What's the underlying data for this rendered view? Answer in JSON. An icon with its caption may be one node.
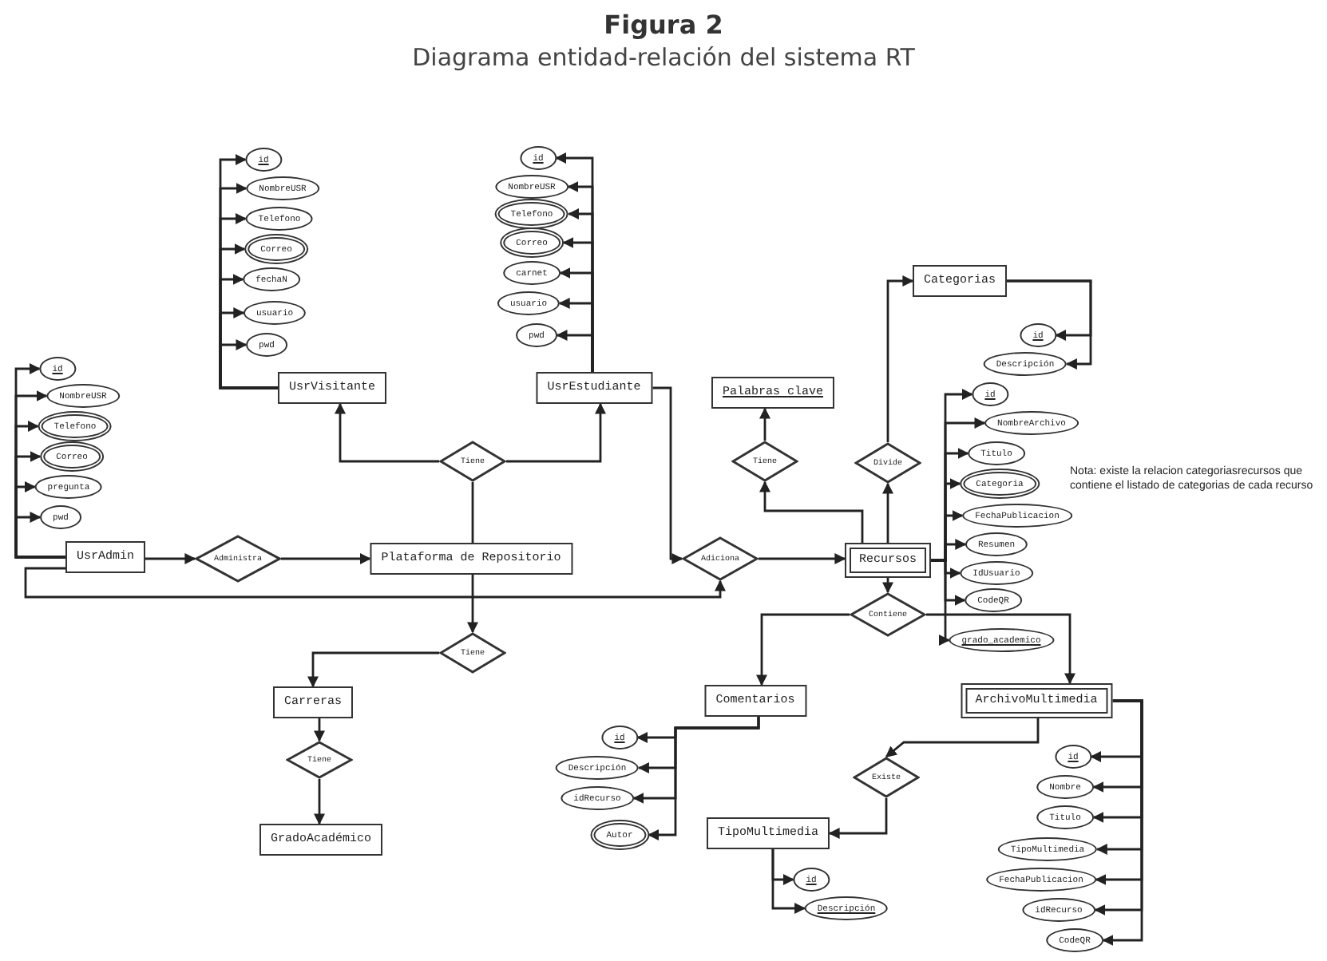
{
  "diagram": {
    "title": "Figura 2",
    "caption": "Diagrama entidad-relación del sistema RT",
    "nodes": [
      {
        "text": [
          "UsrAdmin"
        ]
      },
      {
        "text": [
          "id"
        ]
      },
      {
        "text": [
          "NombreUSR"
        ]
      },
      {
        "text": [
          "Telefono"
        ]
      },
      {
        "text": [
          "Correo"
        ]
      },
      {
        "text": [
          "pregunta"
        ]
      },
      {
        "text": [
          "pwd"
        ]
      },
      {
        "text": [
          "UsrVisitante"
        ]
      },
      {
        "text": [
          "id"
        ]
      },
      {
        "text": [
          "NombreUSR"
        ]
      },
      {
        "text": [
          "Telefono"
        ]
      },
      {
        "text": [
          "Correo"
        ]
      },
      {
        "text": [
          "fechaN"
        ]
      },
      {
        "text": [
          "usuario"
        ]
      },
      {
        "text": [
          "pwd"
        ]
      },
      {
        "text": [
          "UsrEstudiante"
        ]
      },
      {
        "text": [
          "id"
        ]
      },
      {
        "text": [
          "NombreUSR"
        ]
      },
      {
        "text": [
          "Telefono"
        ]
      },
      {
        "text": [
          "Correo"
        ]
      },
      {
        "text": [
          "carnet"
        ]
      },
      {
        "text": [
          "usuario"
        ]
      },
      {
        "text": [
          "pwd"
        ]
      },
      {
        "text": [
          "Administra"
        ]
      },
      {
        "text": [
          "Plataforma de Repositorio"
        ]
      },
      {
        "text": [
          "Tiene"
        ]
      },
      {
        "text": [
          "Tiene"
        ]
      },
      {
        "text": [
          "Carreras"
        ]
      },
      {
        "text": [
          "Tiene"
        ]
      },
      {
        "text": [
          "GradoAcadémico"
        ]
      },
      {
        "text": [
          "Adiciona"
        ]
      },
      {
        "text": [
          "Recursos"
        ]
      },
      {
        "text": [
          "Palabras clave"
        ]
      },
      {
        "text": [
          "Tiene"
        ]
      },
      {
        "text": [
          "Categorias"
        ]
      },
      {
        "text": [
          "Divide"
        ]
      },
      {
        "text": [
          "id"
        ]
      },
      {
        "text": [
          "Descripción"
        ]
      },
      {
        "text": [
          "id"
        ]
      },
      {
        "text": [
          "NombreArchivo"
        ]
      },
      {
        "text": [
          "Titulo"
        ]
      },
      {
        "text": [
          "Categoria"
        ]
      },
      {
        "text": [
          "FechaPublicacion"
        ]
      },
      {
        "text": [
          "Resumen"
        ]
      },
      {
        "text": [
          "IdUsuario"
        ]
      },
      {
        "text": [
          "CodeQR"
        ]
      },
      {
        "text": [
          "grado_academico"
        ]
      },
      {
        "text": [
          "Contiene"
        ]
      },
      {
        "text": [
          "Comentarios"
        ]
      },
      {
        "text": [
          "ArchivoMultimedia"
        ]
      },
      {
        "text": [
          "id"
        ]
      },
      {
        "text": [
          "Descripción"
        ]
      },
      {
        "text": [
          "idRecurso"
        ]
      },
      {
        "text": [
          "Autor"
        ]
      },
      {
        "text": [
          "Existe"
        ]
      },
      {
        "text": [
          "TipoMultimedia"
        ]
      },
      {
        "text": [
          "id"
        ]
      },
      {
        "text": [
          "Descripción"
        ]
      },
      {
        "text": [
          "id"
        ]
      },
      {
        "text": [
          "Nombre"
        ]
      },
      {
        "text": [
          "Titulo"
        ]
      },
      {
        "text": [
          "TipoMultimedia"
        ]
      },
      {
        "text": [
          "FechaPublicacion"
        ]
      },
      {
        "text": [
          "idRecurso"
        ]
      },
      {
        "text": [
          "CodeQR"
        ]
      }
    ],
    "edges": [
      {
        "from": 0,
        "to": 1,
        "arrow": "to"
      },
      {
        "from": 0,
        "to": 2,
        "arrow": "to"
      },
      {
        "from": 0,
        "to": 3,
        "arrow": "to"
      },
      {
        "from": 0,
        "to": 4,
        "arrow": "to"
      },
      {
        "from": 0,
        "to": 5,
        "arrow": "to"
      },
      {
        "from": 0,
        "to": 6,
        "arrow": "to"
      },
      {
        "from": 7,
        "to": 8,
        "arrow": "to"
      },
      {
        "from": 7,
        "to": 9,
        "arrow": "to"
      },
      {
        "from": 7,
        "to": 10,
        "arrow": "to"
      },
      {
        "from": 7,
        "to": 11,
        "arrow": "to"
      },
      {
        "from": 7,
        "to": 12,
        "arrow": "to"
      },
      {
        "from": 7,
        "to": 13,
        "arrow": "to"
      },
      {
        "from": 7,
        "to": 14,
        "arrow": "to"
      },
      {
        "from": 15,
        "to": 16,
        "arrow": "to"
      },
      {
        "from": 15,
        "to": 17,
        "arrow": "to"
      },
      {
        "from": 15,
        "to": 18,
        "arrow": "to"
      },
      {
        "from": 15,
        "to": 19,
        "arrow": "to"
      },
      {
        "from": 15,
        "to": 20,
        "arrow": "to"
      },
      {
        "from": 15,
        "to": 21,
        "arrow": "to"
      },
      {
        "from": 15,
        "to": 22,
        "arrow": "to"
      },
      {
        "from": 0,
        "to": 23,
        "arrow": "to"
      },
      {
        "from": 23,
        "to": 24,
        "arrow": "to"
      },
      {
        "from": 24,
        "to": 25,
        "arrow": "none"
      },
      {
        "from": 25,
        "to": 7,
        "arrow": "to"
      },
      {
        "from": 25,
        "to": 15,
        "arrow": "to"
      },
      {
        "from": 24,
        "to": 26,
        "arrow": "to"
      },
      {
        "from": 26,
        "to": 27,
        "arrow": "to"
      },
      {
        "from": 27,
        "to": 28,
        "arrow": "to"
      },
      {
        "from": 28,
        "to": 29,
        "arrow": "to"
      },
      {
        "from": 15,
        "to": 30,
        "arrow": "to"
      },
      {
        "from": 0,
        "to": 30,
        "arrow": "to"
      },
      {
        "from": 30,
        "to": 31,
        "arrow": "to"
      },
      {
        "from": 31,
        "to": 33,
        "arrow": "to"
      },
      {
        "from": 33,
        "to": 32,
        "arrow": "to"
      },
      {
        "from": 31,
        "to": 35,
        "arrow": "to"
      },
      {
        "from": 35,
        "to": 34,
        "arrow": "to"
      },
      {
        "from": 34,
        "to": 36,
        "arrow": "to"
      },
      {
        "from": 34,
        "to": 37,
        "arrow": "to"
      },
      {
        "from": 31,
        "to": 38,
        "arrow": "to"
      },
      {
        "from": 31,
        "to": 39,
        "arrow": "to"
      },
      {
        "from": 31,
        "to": 40,
        "arrow": "to"
      },
      {
        "from": 31,
        "to": 41,
        "arrow": "to"
      },
      {
        "from": 31,
        "to": 42,
        "arrow": "to"
      },
      {
        "from": 31,
        "to": 43,
        "arrow": "to"
      },
      {
        "from": 31,
        "to": 44,
        "arrow": "to"
      },
      {
        "from": 31,
        "to": 45,
        "arrow": "to"
      },
      {
        "from": 31,
        "to": 46,
        "arrow": "to"
      },
      {
        "from": 31,
        "to": 47,
        "arrow": "to"
      },
      {
        "from": 47,
        "to": 48,
        "arrow": "to"
      },
      {
        "from": 47,
        "to": 49,
        "arrow": "to"
      },
      {
        "from": 48,
        "to": 50,
        "arrow": "to"
      },
      {
        "from": 48,
        "to": 51,
        "arrow": "to"
      },
      {
        "from": 48,
        "to": 52,
        "arrow": "to"
      },
      {
        "from": 48,
        "to": 53,
        "arrow": "to"
      },
      {
        "from": 49,
        "to": 54,
        "arrow": "to"
      },
      {
        "from": 54,
        "to": 55,
        "arrow": "to"
      },
      {
        "from": 55,
        "to": 56,
        "arrow": "to"
      },
      {
        "from": 55,
        "to": 57,
        "arrow": "to"
      },
      {
        "from": 49,
        "to": 58,
        "arrow": "to"
      },
      {
        "from": 49,
        "to": 59,
        "arrow": "to"
      },
      {
        "from": 49,
        "to": 60,
        "arrow": "to"
      },
      {
        "from": 49,
        "to": 61,
        "arrow": "to"
      },
      {
        "from": 49,
        "to": 62,
        "arrow": "to"
      },
      {
        "from": 49,
        "to": 63,
        "arrow": "to"
      },
      {
        "from": 49,
        "to": 64,
        "arrow": "to"
      }
    ],
    "labels": [
      "Nota: existe la relacion categoriasrecursos que contiene el listado de categorias de cada recurso"
    ]
  }
}
